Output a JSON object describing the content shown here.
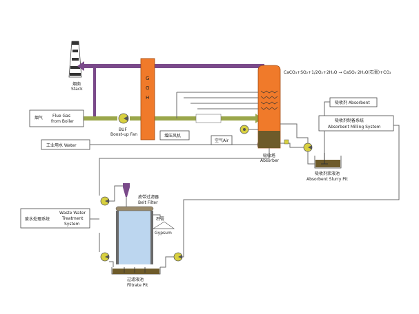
{
  "colors": {
    "flue_in": "#9aa64a",
    "flue_out": "#7a4a8a",
    "absorber": "#f07a2a",
    "ggh": "#f07a2a",
    "pump": "#d8d040",
    "filter": "#bcd6ef",
    "pit": "#6e5b2a",
    "pipe": "#6a6a6a"
  },
  "labels": {
    "stack_cn": "烟囱",
    "stack_en": "Stack",
    "flue_gas_cn": "烟气",
    "flue_gas_en_1": "Flue Gas",
    "flue_gas_en_2": "from Boiler",
    "buf_1": "BUF",
    "buf_2": "Boost-up Fan",
    "ggh": [
      "G",
      "G",
      "H"
    ],
    "fan_cn": "增压风机",
    "process_water": "工业用水 Water",
    "air": "空气Air",
    "absorber_cn": "吸收塔",
    "absorber_en": "Absorber",
    "reaction": "CaCO₃+SO₂+1/2O₂+2H₂O → CaSO₄·2H₂O(石膏)+CO₂",
    "absorbent": "吸收剂  Absorbent",
    "milling_cn": "吸收剂制备系统",
    "milling_en": "Absorbent Milling System",
    "slurry_pit_cn": "吸收剂浆液池",
    "slurry_pit_en": "Absorbent Slurry Pit",
    "belt_filter_cn": "皮带过滤器",
    "belt_filter_en": "Belt Filter",
    "gypsum_cn": "石膏",
    "gypsum_en": "Gypsum",
    "ww_cn": "废水处理系统",
    "ww_en_1": "Waste Water",
    "ww_en_2": "Treatment",
    "ww_en_3": "System",
    "filtrate_cn": "过滤液池",
    "filtrate_en": "Filtrate Pit"
  }
}
